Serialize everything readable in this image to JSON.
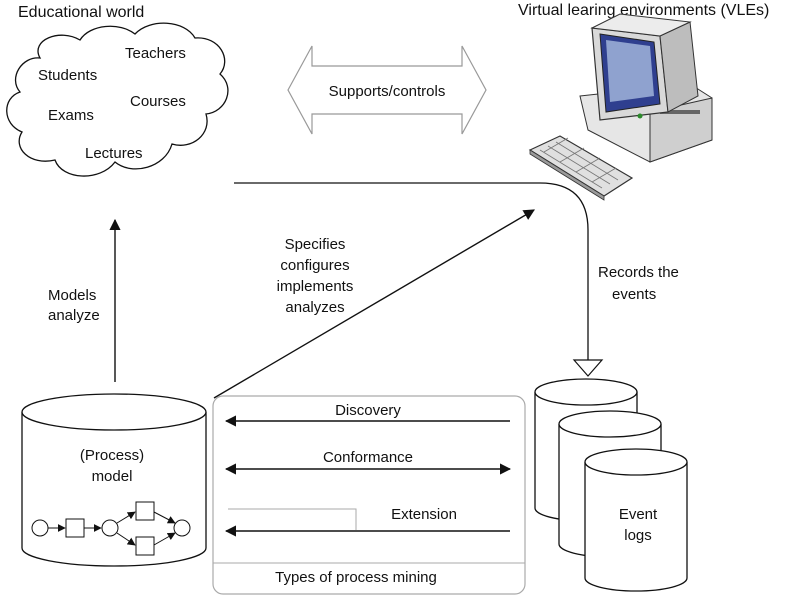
{
  "educational_world": {
    "title": "Educational world",
    "items": [
      "Teachers",
      "Students",
      "Courses",
      "Exams",
      "Lectures"
    ]
  },
  "vle": {
    "title": "Virtual learing environments (VLEs)"
  },
  "supports_label": "Supports/controls",
  "models_label": [
    "Models",
    "analyze"
  ],
  "specifies_label": [
    "Specifies",
    "configures",
    "implements",
    "analyzes"
  ],
  "records_label": [
    "Records the",
    "events"
  ],
  "process_model_label": [
    "(Process)",
    "model"
  ],
  "mining": {
    "discovery": "Discovery",
    "conformance": "Conformance",
    "extension": "Extension",
    "footer": "Types of process mining"
  },
  "event_logs_label": [
    "Event",
    "logs"
  ]
}
